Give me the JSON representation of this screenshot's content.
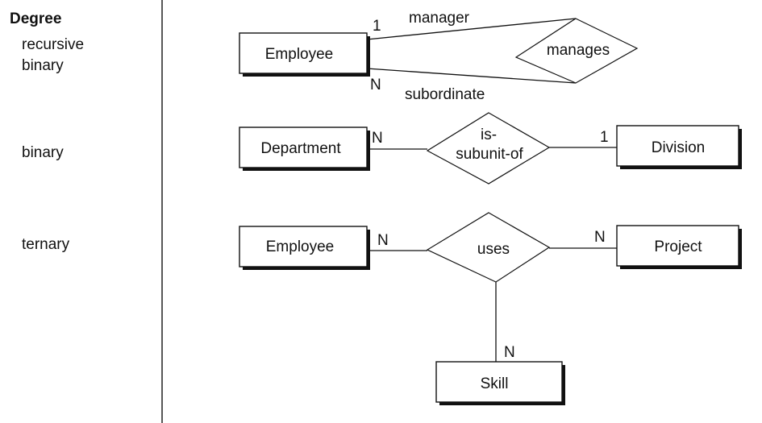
{
  "sidebar": {
    "heading": "Degree",
    "recursive": "recursive",
    "binary_sub": "binary",
    "binary": "binary",
    "ternary": "ternary"
  },
  "recursive": {
    "entity": "Employee",
    "relationship": "manages",
    "role_manager": "manager",
    "role_subordinate": "subordinate",
    "card_manager": "1",
    "card_subordinate": "N"
  },
  "binary": {
    "entity_left": "Department",
    "entity_right": "Division",
    "relationship_line1": "is-",
    "relationship_line2": "subunit-of",
    "card_left": "N",
    "card_right": "1"
  },
  "ternary": {
    "entity_left": "Employee",
    "entity_right": "Project",
    "entity_bottom": "Skill",
    "relationship": "uses",
    "card_left": "N",
    "card_right": "N",
    "card_bottom": "N"
  },
  "colors": {
    "ink": "#111111",
    "background": "#ffffff"
  }
}
